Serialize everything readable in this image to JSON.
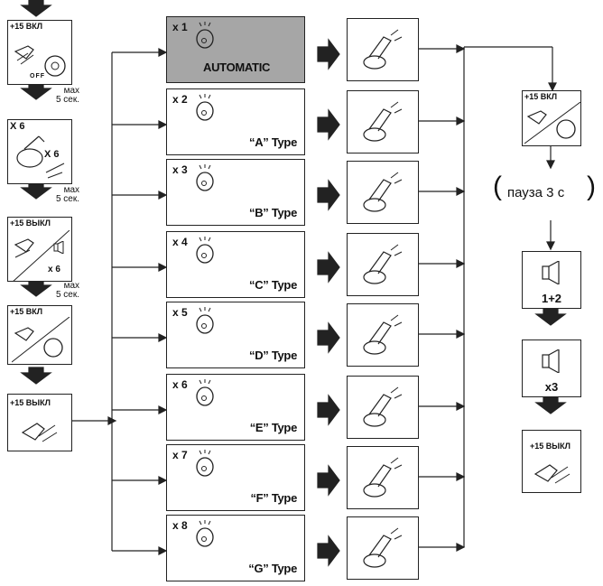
{
  "left_steps": {
    "step1_label": "+15 ВКЛ",
    "step1_off": "OFF",
    "note1_line1": "мах",
    "note1_line2": "5 сек.",
    "step2_count_a": "X 6",
    "step2_count_b": "X 6",
    "note2_line1": "мах",
    "note2_line2": "5 сек.",
    "step3_label": "+15 ВЫКЛ",
    "step3_count": "x 6",
    "note3_line1": "мах",
    "note3_line2": "5 сек.",
    "step4_label": "+15 ВКЛ",
    "step5_label": "+15 ВЫКЛ"
  },
  "modes": [
    {
      "count": "x 1",
      "label": "AUTOMATIC",
      "highlighted": true
    },
    {
      "count": "x 2",
      "label": "“A” Type",
      "highlighted": false
    },
    {
      "count": "x 3",
      "label": "“B” Type",
      "highlighted": false
    },
    {
      "count": "x 4",
      "label": "“C” Type",
      "highlighted": false
    },
    {
      "count": "x 5",
      "label": "“D” Type",
      "highlighted": false
    },
    {
      "count": "x 6",
      "label": "“E” Type",
      "highlighted": false
    },
    {
      "count": "x 7",
      "label": "“F” Type",
      "highlighted": false
    },
    {
      "count": "x 8",
      "label": "“G” Type",
      "highlighted": false
    }
  ],
  "right_steps": {
    "ignition_on": "+15 ВКЛ",
    "pause": "пауза 3 с",
    "chime1": "1+2",
    "chime2": "x3",
    "ignition_off": "+15 ВЫКЛ"
  },
  "colors": {
    "highlight": "#a6a6a6",
    "arrow": "#1a1a1a",
    "line": "#222222"
  }
}
